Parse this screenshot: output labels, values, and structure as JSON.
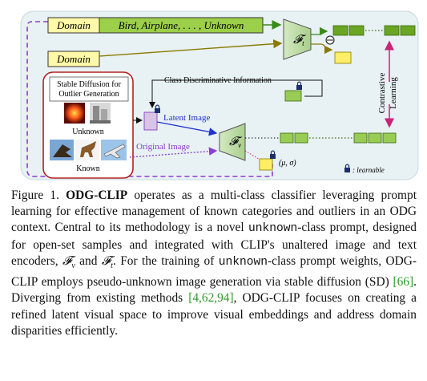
{
  "diagram": {
    "domain_label_1": "Domain",
    "class_prompt": "Bird, Airplane, . . . , Unknown",
    "domain_label_2": "Domain",
    "text_encoder": "𝓕",
    "text_encoder_sub": "t",
    "image_encoder": "𝓕",
    "image_encoder_sub": "v",
    "sd_title_line1": "Stable Diffusion for",
    "sd_title_line2": "Outlier Generation",
    "unknown_label": "Unknown",
    "known_label": "Known",
    "class_info_label": "Class Discriminative Information",
    "latent_image_label": "Latent Image",
    "original_image_label": "Original Image",
    "contrastive_label_1": "Contrastive",
    "contrastive_label_2": "Learning",
    "mu_sigma": "(μ, σ)",
    "learnable_legend": ": learnable",
    "colors": {
      "panel_bg": "#eaf2f4",
      "green": "#8fc93a",
      "yellow": "#ffee66",
      "encoder": "#c8e0b4",
      "sd_border": "#b22222",
      "purple_dash": "#7b2fbe",
      "latent_box": "#d9c3e6",
      "blue": "#2233cc",
      "magenta": "#cc2277",
      "olive": "#7a7a00"
    }
  },
  "caption": {
    "figure_label": "Figure 1.",
    "bold_title": "ODG-CLIP",
    "s1": " operates as a multi-class classifier leveraging prompt learning for effective management of known categories and outliers in an ODG context. Central to its methodology is a novel ",
    "code1": "unknown",
    "s2": "-class prompt, designed for open-set samples and integrated with CLIP's unaltered image and text encoders, ",
    "fv": "𝓕",
    "fv_sub": "v",
    "and_text": " and ",
    "ft": "𝓕",
    "ft_sub": "t",
    "s3": ". For the training of ",
    "code2": "unknown",
    "s4": "-class prompt weights, ODG-CLIP employs pseudo-unknown image generation via stable diffusion (SD) ",
    "cite1": "[66]",
    "s5": ". Diverging from existing methods ",
    "cite2": "[4,62,94]",
    "s6": ", ODG-CLIP focuses on creating a refined latent visual space to improve visual embeddings and address domain disparities efficiently."
  }
}
